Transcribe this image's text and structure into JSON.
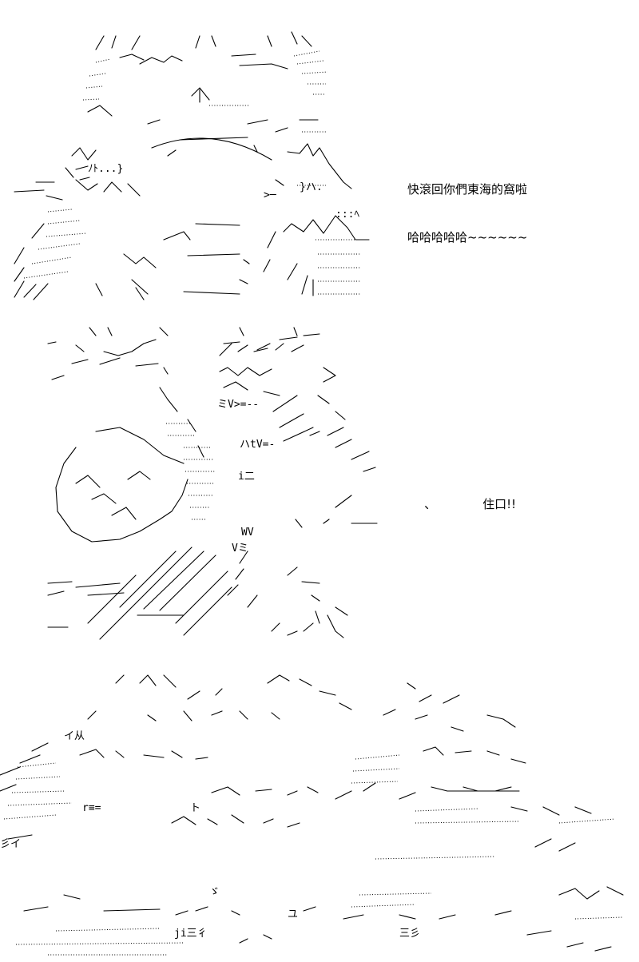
{
  "panels": [
    {
      "id": "panel-1",
      "dialogue": [
        "快滾回你們東海的窩啦",
        "哈哈哈哈哈~~~~~~"
      ]
    },
    {
      "id": "panel-2",
      "dialogue": [
        "、",
        "住口!!"
      ]
    },
    {
      "id": "panel-3",
      "dialogue": []
    }
  ],
  "art_fragments": {
    "wv": "WV",
    "v_mi": "Vミ",
    "mi_v": "ミV>=--",
    "at_v": "ハtV=‐",
    "ichi": "i二",
    "rpeq": "r≡=",
    "tou": "ト",
    "yu": "ユ",
    "ji": "ji三彳",
    "sanzi": "三彡",
    "mi_deco": "彡イ",
    "i_left": "イ从",
    "hiragana": "ゞ"
  }
}
